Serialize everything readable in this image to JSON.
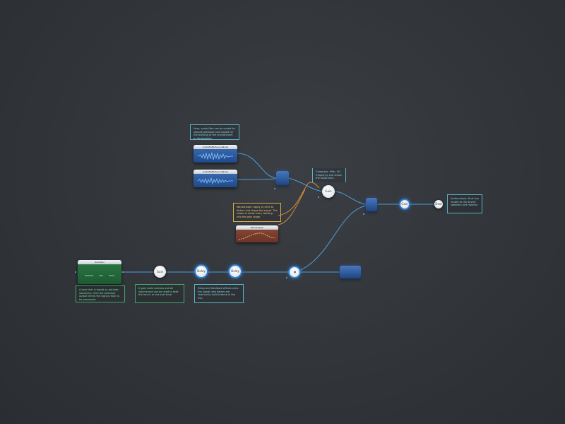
{
  "nodes": {
    "buffer_a": {
      "label": "AudioBufferSourceNode"
    },
    "buffer_b": {
      "label": "AudioBufferSourceNode"
    },
    "buffer_curve": {
      "label": "WaveShaper"
    },
    "buffer_green": {
      "label": "Oscillator"
    },
    "circle_1": {
      "label": "Gain"
    },
    "circle_2": {
      "label": "Delay"
    },
    "circle_3": {
      "label": "Delay"
    },
    "circle_4": {
      "label": "Gain"
    },
    "circle_5": {
      "label": "Gain"
    },
    "circle_6": {
      "label": "Dest"
    }
  },
  "notes": {
    "top": "Here, audio files can be mixed for sample playback and looped for the building of the environment or atmosphere.",
    "mid": "Compress, filter, EQ frequency and shape the audio tone.",
    "orange": "Waveshaper: apply a curve to distort and shape the signal. The shape is drawn here, feeding into the gain stage.",
    "right": "Audio output: final mix routed to the device speakers and monitor.",
    "green_1": "A tone that is based on periodic waveform; here the oscillator output drives the signal chain to be processed.",
    "green_2": "A gain node controls overall volume and can be used to fade the mix in or out over time.",
    "blue_1": "Delay and feedback effects echo the signal; two delays are chained to build texture in the mix."
  },
  "colors": {
    "background": "#33373b",
    "connector": "#4a9de0",
    "connector_orange": "#d98a3a",
    "node_blue": "#2f5c9e",
    "node_green": "#2c7a44",
    "node_brown": "#7a3d2e",
    "note_cyan": "#5ab4c8",
    "note_green": "#3fa86a",
    "note_orange": "#e0a94a"
  }
}
